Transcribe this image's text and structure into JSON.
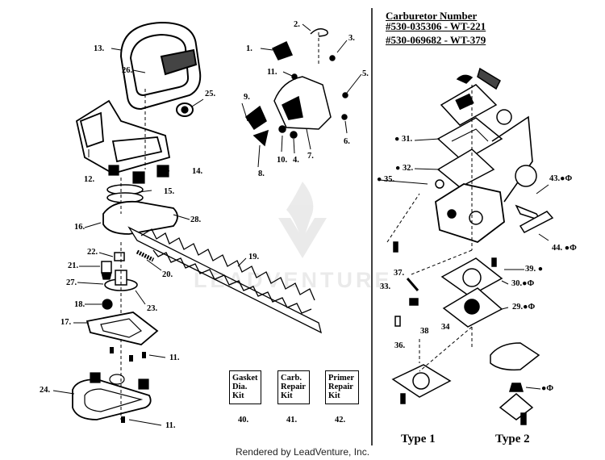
{
  "header": {
    "line1": "Carburetor Number",
    "line2": "#530-035306 - WT-221",
    "line3": "#530-069682 - WT-379"
  },
  "callouts": [
    {
      "id": "c1",
      "text": "1."
    },
    {
      "id": "c2",
      "text": "2."
    },
    {
      "id": "c3",
      "text": "3."
    },
    {
      "id": "c4",
      "text": "4."
    },
    {
      "id": "c5",
      "text": "5."
    },
    {
      "id": "c6",
      "text": "6."
    },
    {
      "id": "c7",
      "text": "7."
    },
    {
      "id": "c8",
      "text": "8."
    },
    {
      "id": "c9",
      "text": "9."
    },
    {
      "id": "c10",
      "text": "10."
    },
    {
      "id": "c11a",
      "text": "11."
    },
    {
      "id": "c11b",
      "text": "11."
    },
    {
      "id": "c11c",
      "text": "11."
    },
    {
      "id": "c12",
      "text": "12."
    },
    {
      "id": "c13",
      "text": "13."
    },
    {
      "id": "c14",
      "text": "14."
    },
    {
      "id": "c15",
      "text": "15."
    },
    {
      "id": "c16",
      "text": "16."
    },
    {
      "id": "c17",
      "text": "17."
    },
    {
      "id": "c18",
      "text": "18."
    },
    {
      "id": "c19",
      "text": "19."
    },
    {
      "id": "c20",
      "text": "20."
    },
    {
      "id": "c21",
      "text": "21."
    },
    {
      "id": "c22",
      "text": "22."
    },
    {
      "id": "c23",
      "text": "23."
    },
    {
      "id": "c24",
      "text": "24."
    },
    {
      "id": "c25",
      "text": "25."
    },
    {
      "id": "c26",
      "text": "26."
    },
    {
      "id": "c28",
      "text": "28."
    },
    {
      "id": "c27",
      "text": "27."
    },
    {
      "id": "c29",
      "text": "29.●Φ"
    },
    {
      "id": "c30",
      "text": "30.●Φ"
    },
    {
      "id": "c31",
      "text": "● 31."
    },
    {
      "id": "c32",
      "text": "● 32."
    },
    {
      "id": "c33",
      "text": "33."
    },
    {
      "id": "c34",
      "text": "34"
    },
    {
      "id": "c35",
      "text": "● 35."
    },
    {
      "id": "c36",
      "text": "36."
    },
    {
      "id": "c37",
      "text": "37."
    },
    {
      "id": "c38",
      "text": "38"
    },
    {
      "id": "c39",
      "text": "39. ●"
    },
    {
      "id": "c43",
      "text": "43.●Φ"
    },
    {
      "id": "c44",
      "text": "44. ●Φ"
    },
    {
      "id": "cphi",
      "text": "●Φ"
    }
  ],
  "kits": [
    {
      "lines": [
        "Gasket",
        "Dia.",
        "Kit"
      ],
      "number": "40."
    },
    {
      "lines": [
        "Carb.",
        "Repair",
        "Kit"
      ],
      "number": "41."
    },
    {
      "lines": [
        "Primer",
        "Repair",
        "Kit"
      ],
      "number": "42."
    }
  ],
  "types": {
    "type1": "Type 1",
    "type2": "Type 2"
  },
  "footer": "Rendered by LeadVenture, Inc.",
  "watermark": "LEADVENTURE"
}
